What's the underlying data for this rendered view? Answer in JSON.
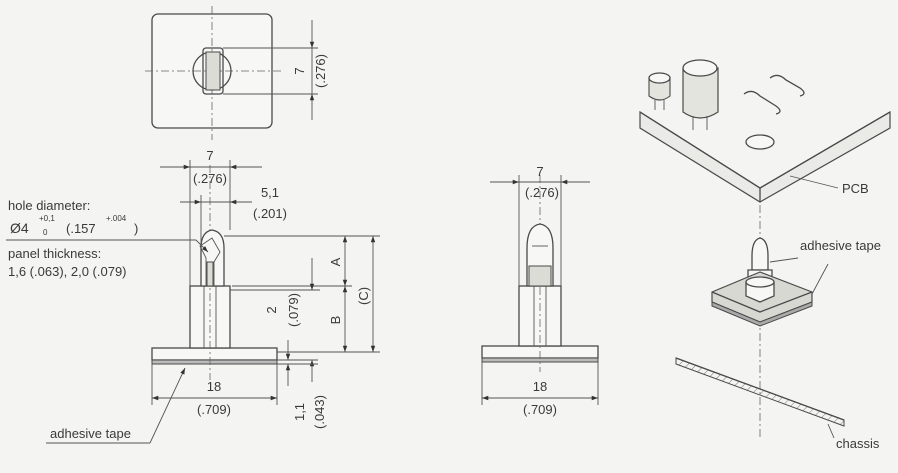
{
  "labels": {
    "hole_diameter": "hole diameter:",
    "hole_dia_base": "Ø4",
    "hole_dia_tol_upper": "+0,1",
    "hole_dia_tol_lower": "0",
    "hole_dia_inch": "(.157",
    "hole_dia_inch_tol": "+.004",
    "hole_dia_close": ")",
    "panel_thickness": "panel thickness:",
    "panel_values": "1,6 (.063), 2,0 (.079)",
    "adhesive_tape_left": "adhesive tape",
    "adhesive_tape_right": "adhesive tape",
    "pcb": "PCB",
    "chassis": "chassis"
  },
  "dims": {
    "top_7": "7",
    "top_276": "(.276)",
    "side_7": "7",
    "side_276": "(.276)",
    "side_51": "5,1",
    "side_201": "(.201)",
    "side_A": "A",
    "side_B": "B",
    "side_C": "(C)",
    "side_2": "2",
    "side_079": "(.079)",
    "side_18": "18",
    "side_709": "(.709)",
    "side_11": "1,1",
    "side_043": "(.043)",
    "front_7": "7",
    "front_276": "(.276)",
    "front_18": "18",
    "front_709": "(.709)"
  }
}
